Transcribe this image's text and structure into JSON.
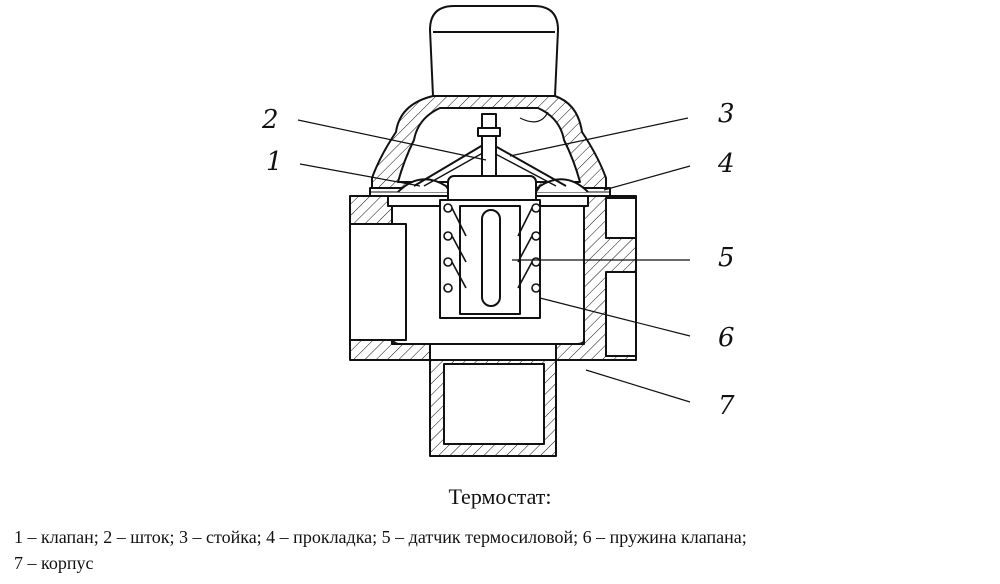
{
  "title": "Термостат:",
  "legend_line1": "1 – клапан; 2 – шток; 3 – стойка; 4 – прокладка; 5 – датчик термосиловой; 6 – пружина клапана;",
  "legend_line2": "7 – корпус",
  "callouts": [
    "1",
    "2",
    "3",
    "4",
    "5",
    "6",
    "7"
  ],
  "colors": {
    "ink": "#111111",
    "paper": "#ffffff"
  }
}
